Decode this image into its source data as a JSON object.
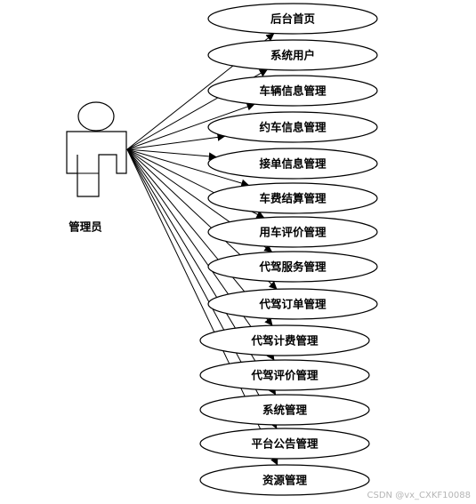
{
  "actor": {
    "label": "管理员"
  },
  "use_cases": [
    "后台首页",
    "系统用户",
    "车辆信息管理",
    "约车信息管理",
    "接单信息管理",
    "车费结算管理",
    "用车评价管理",
    "代驾服务管理",
    "代驾订单管理",
    "代驾计费管理",
    "代驾评价管理",
    "系统管理",
    "平台公告管理",
    "资源管理"
  ],
  "watermark": "CSDN @vx_CXKF10088"
}
